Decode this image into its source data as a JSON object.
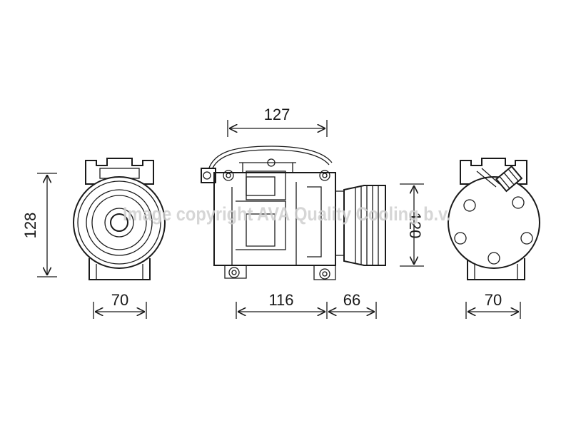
{
  "watermark": "Image copyright AVA Quality Cooling b.v.",
  "dimensions": {
    "front_height": "128",
    "front_width": "70",
    "side_length": "127",
    "body_length": "116",
    "pulley_length": "66",
    "pulley_height": "120",
    "rear_width": "70"
  },
  "colors": {
    "line": "#1a1a1a",
    "watermark": "#cfcfcf",
    "background": "#ffffff"
  }
}
